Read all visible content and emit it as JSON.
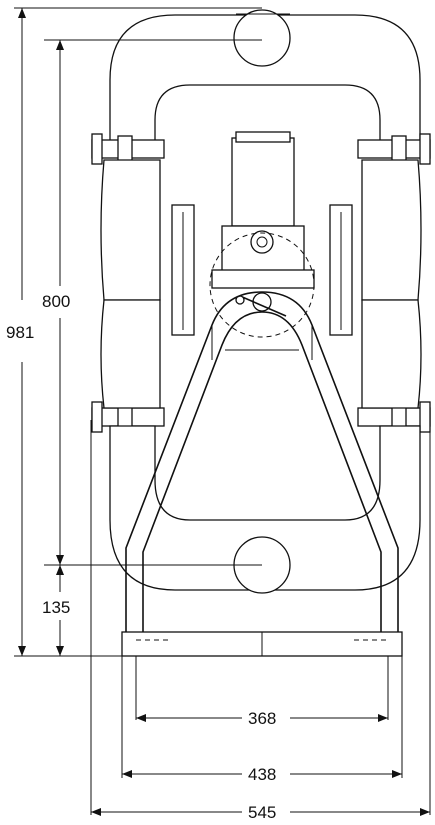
{
  "drawing": {
    "dimensions": {
      "overall_height": "981",
      "port_to_port_height": "800",
      "inlet_height": "135",
      "mount_hole_spacing": "368",
      "base_width": "438",
      "overall_width": "545"
    }
  }
}
